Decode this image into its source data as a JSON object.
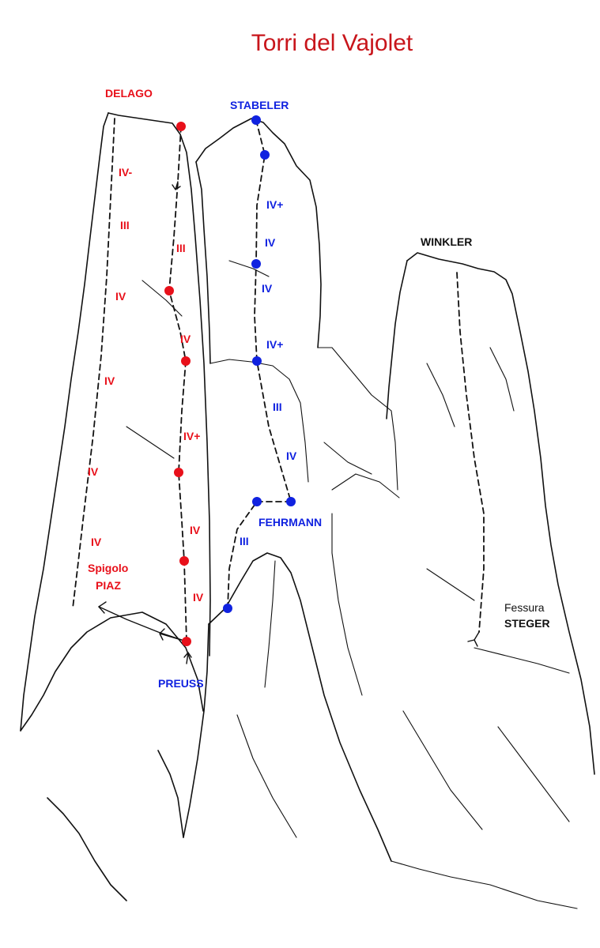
{
  "title": "Torri del Vajolet",
  "colors": {
    "red": "#e8101a",
    "blue": "#1022e0",
    "black": "#111111",
    "title": "#c8151b"
  },
  "towers": {
    "delago": "DELAGO",
    "stabeler": "STABELER",
    "winkler": "WINKLER"
  },
  "routes": {
    "preuss": "PREUSS",
    "spigolo_line1": "Spigolo",
    "spigolo_line2": "PIAZ",
    "fehrmann": "FEHRMANN",
    "steger_line1": "Fessura",
    "steger_line2": "STEGER"
  },
  "grades_red": [
    "IV-",
    "III",
    "III",
    "IV",
    "IV",
    "IV",
    "IV+",
    "IV",
    "IV",
    "IV",
    "IV"
  ],
  "grades_blue": [
    "IV+",
    "IV",
    "IV",
    "IV+",
    "III",
    "IV",
    "III"
  ]
}
